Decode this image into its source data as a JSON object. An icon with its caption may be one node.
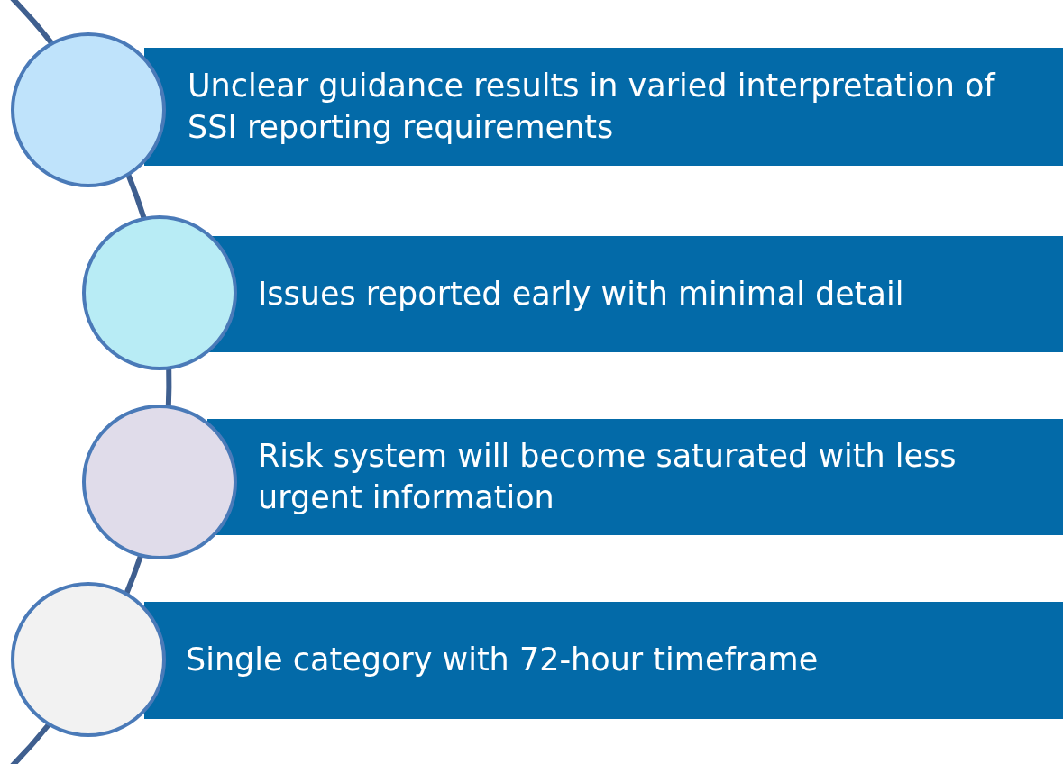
{
  "diagram": {
    "nodes": [
      {
        "text": [],
        "shape": "circle"
      },
      {
        "text": [
          "Unclear guidance results in varied interpretation of SSI reporting requirements"
        ]
      },
      {
        "text": [],
        "shape": "circle"
      },
      {
        "text": [
          "Issues reported early with minimal detail"
        ]
      },
      {
        "text": [],
        "shape": "circle"
      },
      {
        "text": [
          "Risk system will become saturated with less urgent information"
        ]
      },
      {
        "text": [],
        "shape": "circle"
      },
      {
        "text": [
          "Single category with 72-hour timeframe"
        ]
      }
    ],
    "edges": [
      {
        "from": null,
        "to": 0,
        "arrow": "none"
      },
      {
        "from": 0,
        "to": 2,
        "arrow": "none"
      },
      {
        "from": 2,
        "to": 4,
        "arrow": "none"
      },
      {
        "from": 4,
        "to": 6,
        "arrow": "none"
      },
      {
        "from": 6,
        "to": null,
        "arrow": "none"
      }
    ]
  }
}
